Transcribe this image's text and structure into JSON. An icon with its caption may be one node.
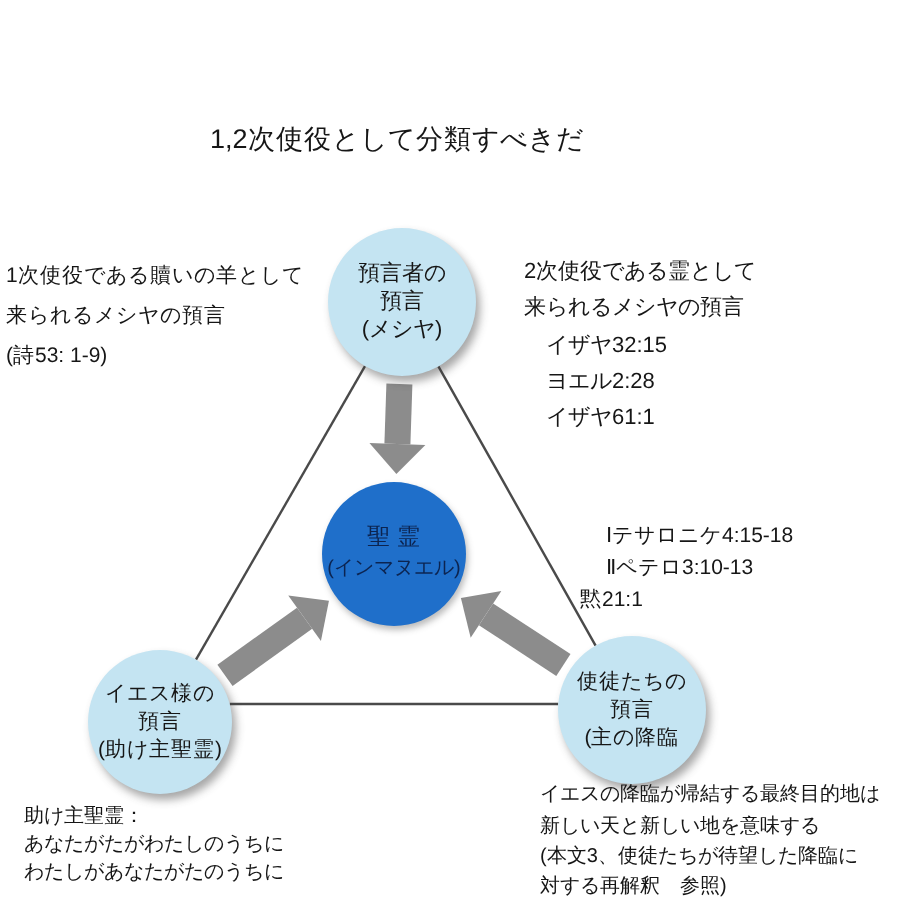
{
  "diagram": {
    "title": "1,2次使役として分類すべきだ",
    "nodes": [
      {
        "text": [
          "預言者の預言",
          "(メシヤ)"
        ],
        "beside": [
          "1次使役である贖いの羊として来られるメシヤの預言",
          "(詩53: 1-9)",
          "2次使役である霊として来られるメシヤの預言",
          "イザヤ32:15",
          "ヨエル2:28",
          "イザヤ61:1"
        ]
      },
      {
        "text": [
          "聖 霊",
          "(インマヌエル)"
        ]
      },
      {
        "text": [
          "イエス様の預言",
          "(助け主聖霊)"
        ],
        "beside": [
          "助け主聖霊：",
          "あなたがたがわたしのうちにわたしがあなたがたのうちに"
        ]
      },
      {
        "text": [
          "使徒たちの預言",
          "(主の降臨"
        ],
        "beside": [
          "Ⅰテサロニケ4:15-18",
          "Ⅱペテロ3:10-13",
          "黙21:1",
          "イエスの降臨が帰結する最終目的地は新しい天と新しい地を意味する",
          "(本文3、使徒たちが待望した降臨に対する再解釈　参照)"
        ]
      }
    ],
    "edges": [
      {
        "from": 0,
        "to": 2,
        "arrow": "none"
      },
      {
        "from": 0,
        "to": 3,
        "arrow": "none"
      },
      {
        "from": 2,
        "to": 3,
        "arrow": "none"
      },
      {
        "from": 0,
        "to": 1,
        "arrow": "to",
        "style": "thick",
        "color": "#8c8c8c"
      },
      {
        "from": 2,
        "to": 1,
        "arrow": "to",
        "style": "thick",
        "color": "#8c8c8c"
      },
      {
        "from": 3,
        "to": 1,
        "arrow": "to",
        "style": "thick",
        "color": "#8c8c8c"
      }
    ]
  }
}
